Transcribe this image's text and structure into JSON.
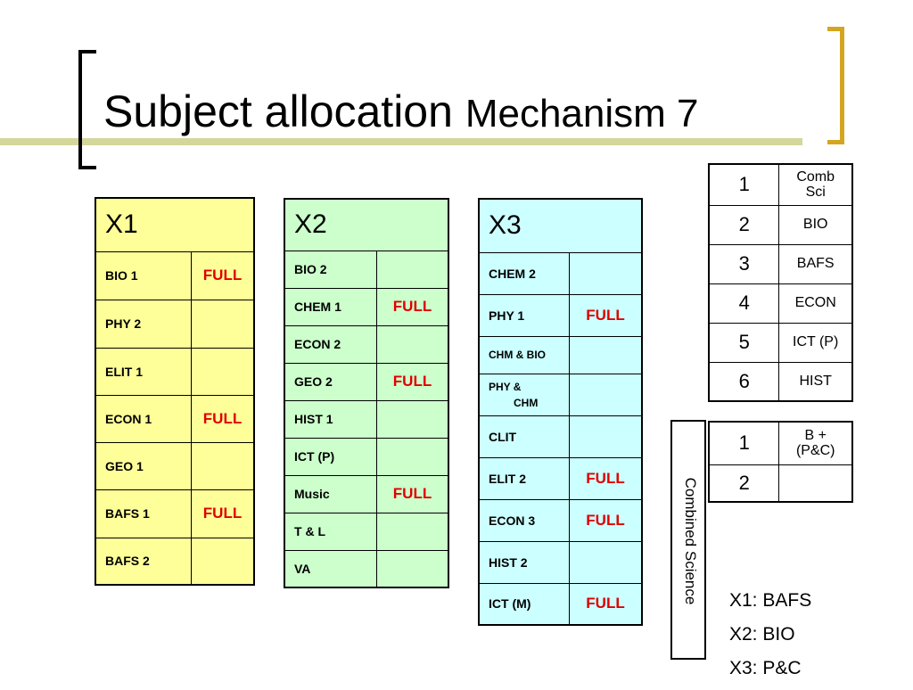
{
  "title": {
    "main": "Subject allocation",
    "sub": "Mechanism 7"
  },
  "tables": {
    "x1": {
      "header": "X1",
      "rows": [
        {
          "subject": "BIO 1",
          "status": "FULL"
        },
        {
          "subject": "PHY 2",
          "status": ""
        },
        {
          "subject": "ELIT 1",
          "status": ""
        },
        {
          "subject": "ECON 1",
          "status": "FULL"
        },
        {
          "subject": "GEO 1",
          "status": ""
        },
        {
          "subject": "BAFS 1",
          "status": "FULL"
        },
        {
          "subject": "BAFS 2",
          "status": ""
        }
      ]
    },
    "x2": {
      "header": "X2",
      "rows": [
        {
          "subject": "BIO 2",
          "status": ""
        },
        {
          "subject": "CHEM 1",
          "status": "FULL"
        },
        {
          "subject": "ECON 2",
          "status": ""
        },
        {
          "subject": "GEO 2",
          "status": "FULL"
        },
        {
          "subject": "HIST 1",
          "status": ""
        },
        {
          "subject": "ICT (P)",
          "status": ""
        },
        {
          "subject": "Music",
          "status": "FULL"
        },
        {
          "subject": "T & L",
          "status": ""
        },
        {
          "subject": "VA",
          "status": ""
        }
      ]
    },
    "x3": {
      "header": "X3",
      "rows": [
        {
          "subject": "CHEM 2",
          "status": ""
        },
        {
          "subject": "PHY 1",
          "status": "FULL"
        },
        {
          "subject": "CHM & BIO",
          "status": ""
        },
        {
          "subject": "PHY &",
          "subject_line2": "CHM",
          "status": ""
        },
        {
          "subject": "CLIT",
          "status": ""
        },
        {
          "subject": "ELIT 2",
          "status": "FULL"
        },
        {
          "subject": "ECON 3",
          "status": "FULL"
        },
        {
          "subject": "HIST 2",
          "status": ""
        },
        {
          "subject": "ICT (M)",
          "status": "FULL"
        }
      ]
    }
  },
  "reference_table": [
    {
      "num": "1",
      "line1": "Comb",
      "line2": "Sci"
    },
    {
      "num": "2",
      "line1": "BIO"
    },
    {
      "num": "3",
      "line1": "BAFS"
    },
    {
      "num": "4",
      "line1": "ECON"
    },
    {
      "num": "5",
      "line1": "ICT (P)"
    },
    {
      "num": "6",
      "line1": "HIST"
    }
  ],
  "combined_science": {
    "label": "Combined Science",
    "rows": [
      {
        "num": "1",
        "line1": "B +",
        "line2": "(P&C)"
      },
      {
        "num": "2",
        "line1": ""
      }
    ]
  },
  "legend": [
    "X1:  BAFS",
    "X2:  BIO",
    "X3:  P&C"
  ],
  "colors": {
    "x1_bg": "#ffff99",
    "x2_bg": "#ccffcc",
    "x3_bg": "#ccffff",
    "full_text": "#e00000",
    "bracket_right": "#d4a520",
    "rule": "#d4d79a"
  }
}
